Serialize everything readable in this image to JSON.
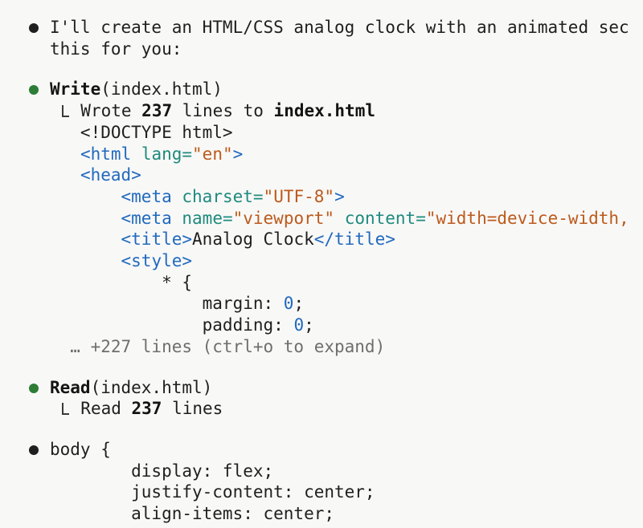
{
  "colors": {
    "background": "#f8f8f7",
    "text": "#1f1f1f",
    "tool_bullet_green": "#2d7d37",
    "message_bullet_dark": "#1f1f1f",
    "syntax_tag_blue": "#2169be",
    "syntax_attr_teal": "#1e8a7d",
    "syntax_string_orange": "#bd5a1b",
    "syntax_number_blue": "#2169be",
    "dim_gray": "#6e6e6e"
  },
  "blocks": [
    {
      "name": "assistant-message",
      "bullet_color": "#1f1f1f",
      "lines": [
        {
          "name": "text-line",
          "interactable": false,
          "segments": [
            [
              "p",
              "I'll create an HTML/CSS analog clock with an animated sec"
            ]
          ]
        },
        {
          "name": "text-line",
          "interactable": false,
          "segments": [
            [
              "p",
              "this for you:"
            ]
          ]
        }
      ]
    },
    {
      "name": "tool-call-write",
      "bullet_color": "#2d7d37",
      "lines": [
        {
          "name": "tool-call-header",
          "interactable": false,
          "segments": [
            [
              "b",
              "Write"
            ],
            [
              "p",
              "(index.html)"
            ]
          ]
        },
        {
          "name": "tool-result-line",
          "interactable": false,
          "segments": [
            [
              "p",
              " "
            ],
            [
              "e",
              ""
            ],
            [
              "p",
              " Wrote "
            ],
            [
              "b",
              "237"
            ],
            [
              "p",
              " lines to "
            ],
            [
              "b",
              "index.html"
            ]
          ]
        },
        {
          "name": "code-line",
          "interactable": false,
          "segments": [
            [
              "p",
              "   <!DOCTYPE html>"
            ]
          ]
        },
        {
          "name": "code-line",
          "interactable": false,
          "segments": [
            [
              "p",
              "   "
            ],
            [
              "t",
              "<html"
            ],
            [
              "p",
              " "
            ],
            [
              "a",
              "lang="
            ],
            [
              "s",
              "\"en\""
            ],
            [
              "t",
              ">"
            ]
          ]
        },
        {
          "name": "code-line",
          "interactable": false,
          "segments": [
            [
              "p",
              "   "
            ],
            [
              "t",
              "<head>"
            ]
          ]
        },
        {
          "name": "code-line",
          "interactable": false,
          "segments": [
            [
              "p",
              "       "
            ],
            [
              "t",
              "<meta"
            ],
            [
              "p",
              " "
            ],
            [
              "a",
              "charset="
            ],
            [
              "s",
              "\"UTF-8\""
            ],
            [
              "t",
              ">"
            ]
          ]
        },
        {
          "name": "code-line",
          "interactable": false,
          "segments": [
            [
              "p",
              "       "
            ],
            [
              "t",
              "<meta"
            ],
            [
              "p",
              " "
            ],
            [
              "a",
              "name="
            ],
            [
              "s",
              "\"viewport\""
            ],
            [
              "p",
              " "
            ],
            [
              "a",
              "content="
            ],
            [
              "s",
              "\"width=device-width,"
            ]
          ]
        },
        {
          "name": "code-line",
          "interactable": false,
          "segments": [
            [
              "p",
              "       "
            ],
            [
              "t",
              "<title>"
            ],
            [
              "p",
              "Analog Clock"
            ],
            [
              "t",
              "</title>"
            ]
          ]
        },
        {
          "name": "code-line",
          "interactable": false,
          "segments": [
            [
              "p",
              "       "
            ],
            [
              "t",
              "<style>"
            ]
          ]
        },
        {
          "name": "code-line",
          "interactable": false,
          "segments": [
            [
              "p",
              "           * {"
            ]
          ]
        },
        {
          "name": "code-line",
          "interactable": false,
          "segments": [
            [
              "p",
              "               margin: "
            ],
            [
              "n",
              "0"
            ],
            [
              "p",
              ";"
            ]
          ]
        },
        {
          "name": "code-line",
          "interactable": false,
          "segments": [
            [
              "p",
              "               padding: "
            ],
            [
              "n",
              "0"
            ],
            [
              "p",
              ";"
            ]
          ]
        },
        {
          "name": "expand-hint",
          "interactable": true,
          "segments": [
            [
              "d",
              "  … +227 lines (ctrl+o to expand)"
            ]
          ]
        }
      ]
    },
    {
      "name": "tool-call-read",
      "bullet_color": "#2d7d37",
      "lines": [
        {
          "name": "tool-call-header",
          "interactable": false,
          "segments": [
            [
              "b",
              "Read"
            ],
            [
              "p",
              "(index.html)"
            ]
          ]
        },
        {
          "name": "tool-result-line",
          "interactable": false,
          "segments": [
            [
              "p",
              " "
            ],
            [
              "e",
              ""
            ],
            [
              "p",
              " Read "
            ],
            [
              "b",
              "237"
            ],
            [
              "p",
              " lines"
            ]
          ]
        }
      ]
    },
    {
      "name": "assistant-code-message",
      "bullet_color": "#1f1f1f",
      "lines": [
        {
          "name": "code-line",
          "interactable": false,
          "segments": [
            [
              "p",
              "body {"
            ]
          ]
        },
        {
          "name": "code-line",
          "interactable": false,
          "segments": [
            [
              "p",
              "        display: flex;"
            ]
          ]
        },
        {
          "name": "code-line",
          "interactable": false,
          "segments": [
            [
              "p",
              "        justify-content: center;"
            ]
          ]
        },
        {
          "name": "code-line",
          "interactable": false,
          "segments": [
            [
              "p",
              "        align-items: center;"
            ]
          ]
        }
      ]
    }
  ]
}
